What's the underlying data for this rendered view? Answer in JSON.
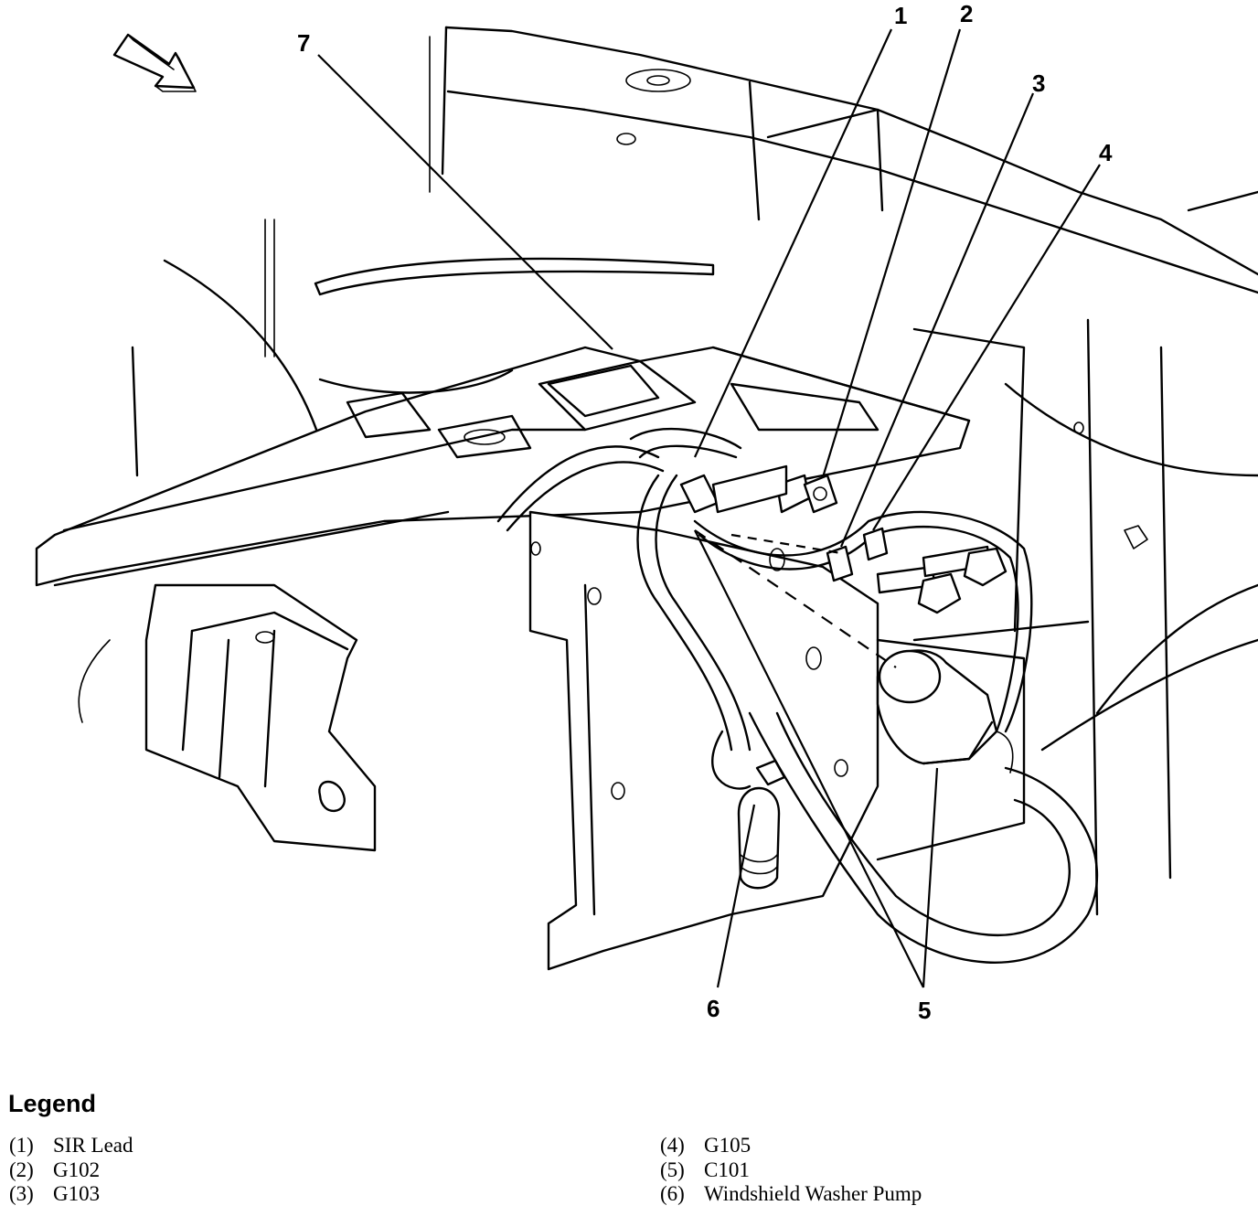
{
  "diagram": {
    "callouts": [
      "1",
      "2",
      "3",
      "4",
      "5",
      "6",
      "7"
    ]
  },
  "legend": {
    "title": "Legend",
    "left_items": [
      {
        "num": "(1)",
        "label": "SIR Lead"
      },
      {
        "num": "(2)",
        "label": "G102"
      },
      {
        "num": "(3)",
        "label": "G103"
      }
    ],
    "right_items": [
      {
        "num": "(4)",
        "label": "G105"
      },
      {
        "num": "(5)",
        "label": "C101"
      },
      {
        "num": "(6)",
        "label": "Windshield Washer Pump"
      }
    ]
  },
  "icons": [
    "forward-direction-arrow-icon"
  ]
}
